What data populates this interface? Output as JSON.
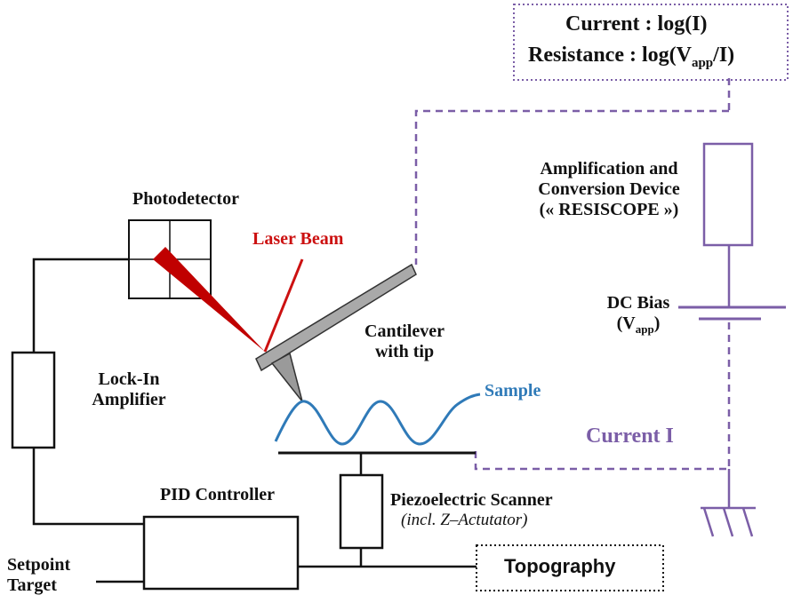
{
  "formula_box": {
    "current_label": "Current",
    "current_expr": ": log(I)",
    "resistance_label": "Resistance",
    "resistance_expr_prefix": ": log(V",
    "resistance_sub": "app",
    "resistance_expr_suffix": "/I)"
  },
  "amplifier": {
    "line1": "Amplification and",
    "line2": "Conversion Device",
    "line3": "(« RESISCOPE »)"
  },
  "dc_bias": {
    "line1": "DC Bias",
    "open": "(V",
    "sub": "app",
    "close": ")"
  },
  "photodetector": "Photodetector",
  "laser_beam": "Laser Beam",
  "cantilever": {
    "line1": "Cantilever",
    "line2": "with tip"
  },
  "sample": "Sample",
  "current_loop": "Current I",
  "lock_in": {
    "line1": "Lock-In",
    "line2": "Amplifier"
  },
  "pid": "PID Controller",
  "piezo": {
    "line1": "Piezoelectric Scanner",
    "line2": "(incl. Z–Actutator)"
  },
  "setpoint": {
    "line1": "Setpoint",
    "line2": "Target"
  },
  "topography": "Topography",
  "colors": {
    "purple": "#7b5ea7",
    "red": "#cc1111",
    "blue": "#2f7ab8",
    "cantilever_gray": "#999999"
  }
}
